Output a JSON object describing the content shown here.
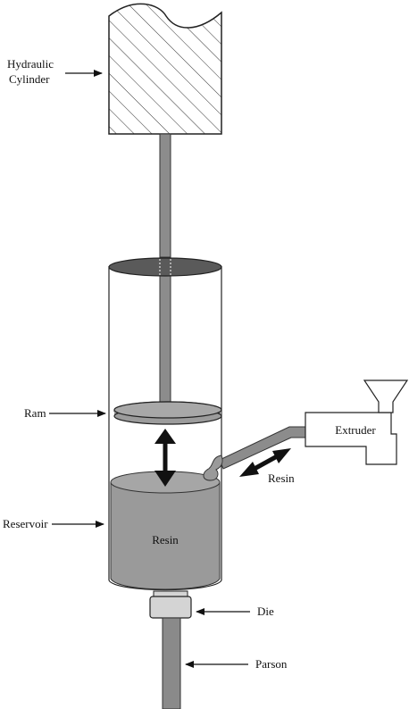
{
  "labels": {
    "hydraulic_cylinder_line1": "Hydraulic",
    "hydraulic_cylinder_line2": "Cylinder",
    "ram": "Ram",
    "reservoir": "Reservoir",
    "resin_in_reservoir": "Resin",
    "resin_flow": "Resin",
    "extruder": "Extruder",
    "die": "Die",
    "parson": "Parson"
  },
  "colors": {
    "line": "#222222",
    "resin": "#9a9a9a",
    "resin_top": "#a6a6a6",
    "rod": "#8c8c8c",
    "piston_plate": "#5a5a5a",
    "ram_plate": "#9c9c9c",
    "die": "#d4d4d4",
    "parison": "#8a8a8a",
    "arrow": "#111111"
  }
}
